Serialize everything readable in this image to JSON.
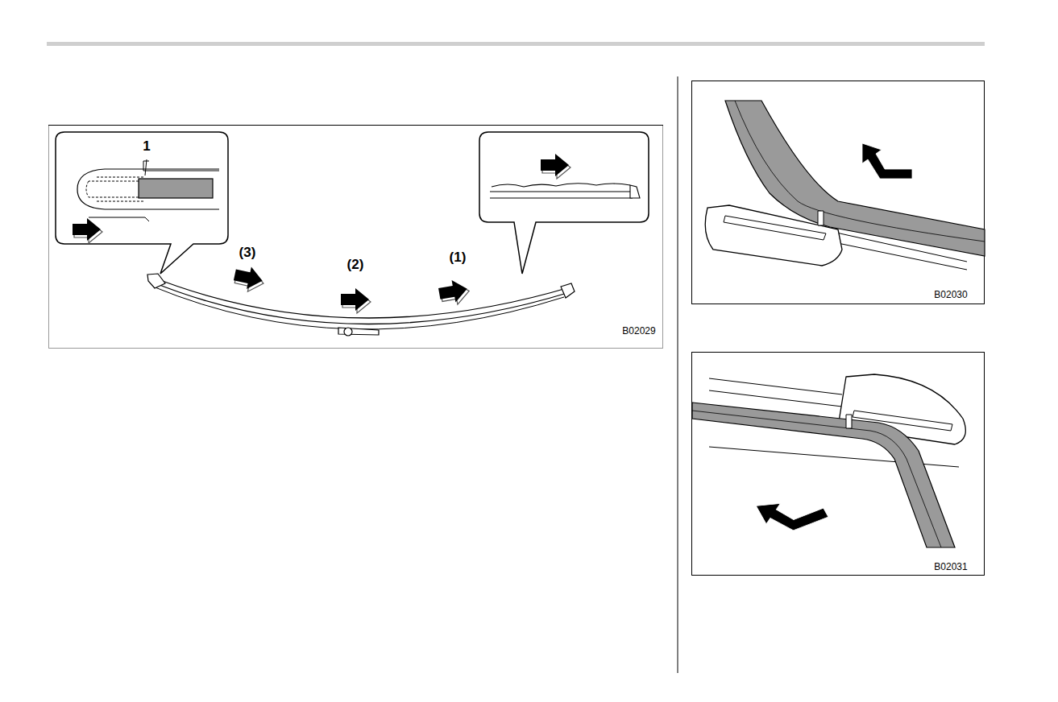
{
  "diagram": {
    "labels": [
      "1",
      "(3)",
      "(2)",
      "(1)",
      "B02029",
      "B02030",
      "B02031"
    ]
  }
}
